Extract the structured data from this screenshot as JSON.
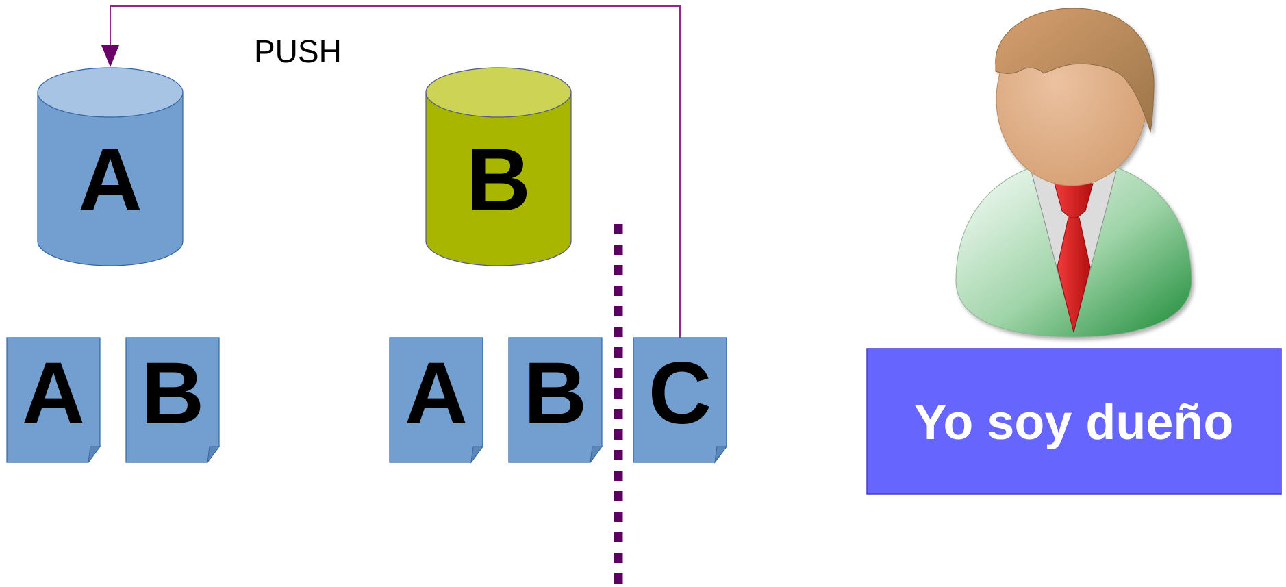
{
  "push_label": "PUSH",
  "colors": {
    "repo_a_body": "#729fcf",
    "repo_a_top": "#a7c4e5",
    "repo_b_body": "#a9b600",
    "repo_b_top": "#cdd455",
    "document": "#729fcf",
    "arrow": "#6b006b",
    "dotted_line": "#5c0060",
    "owner_box": "#6666ff"
  },
  "repositories": [
    {
      "letter": "A"
    },
    {
      "letter": "B"
    }
  ],
  "left_docs": [
    {
      "letter": "A"
    },
    {
      "letter": "B"
    }
  ],
  "right_docs": [
    {
      "letter": "A"
    },
    {
      "letter": "B"
    },
    {
      "letter": "C"
    }
  ],
  "owner": {
    "icon": "businessman-icon",
    "label": "Yo soy dueño"
  }
}
